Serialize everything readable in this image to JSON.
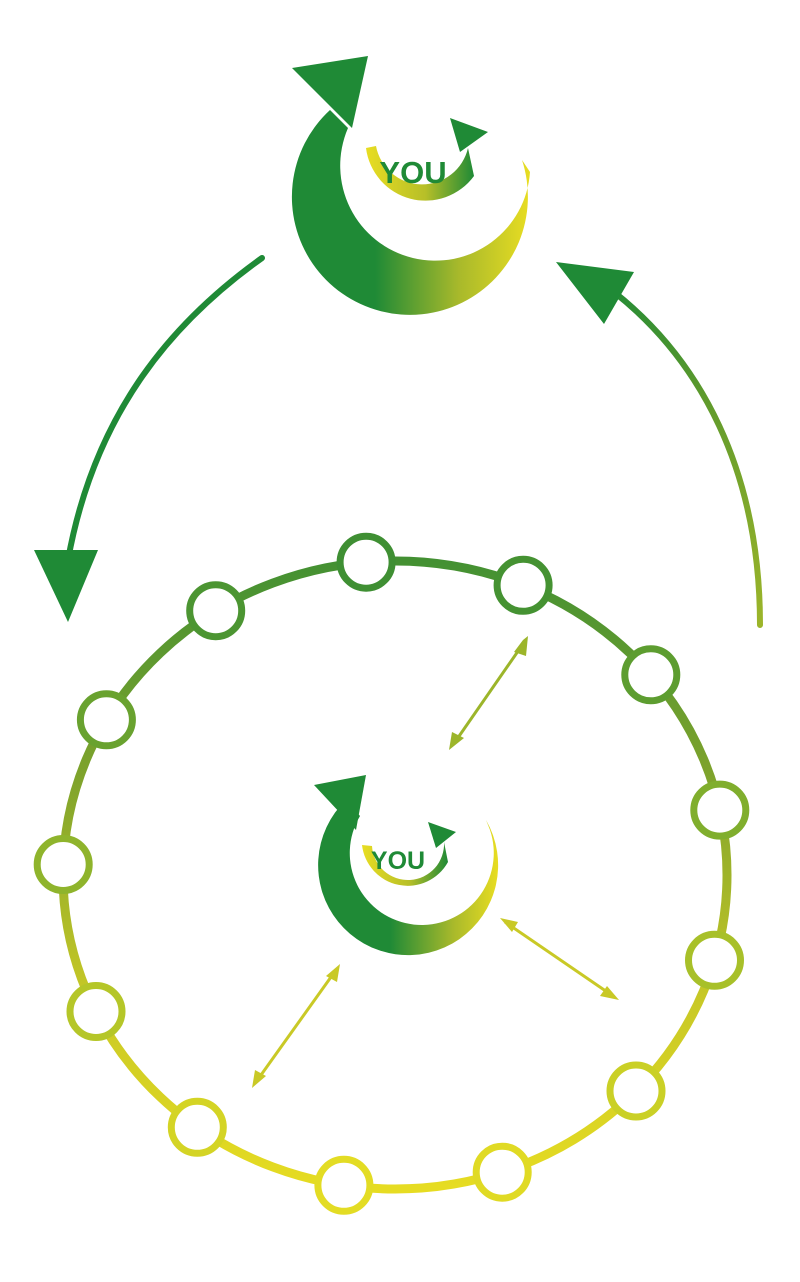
{
  "top_cycle": {
    "label": "YOU"
  },
  "center_cycle": {
    "label": "YOU"
  },
  "ring": {
    "node_count": 13
  },
  "colors": {
    "dark_green": "#1f8a36",
    "mid_green": "#5f9a2c",
    "olive": "#9cb52a",
    "yellow": "#e4dc24",
    "white": "#ffffff"
  }
}
